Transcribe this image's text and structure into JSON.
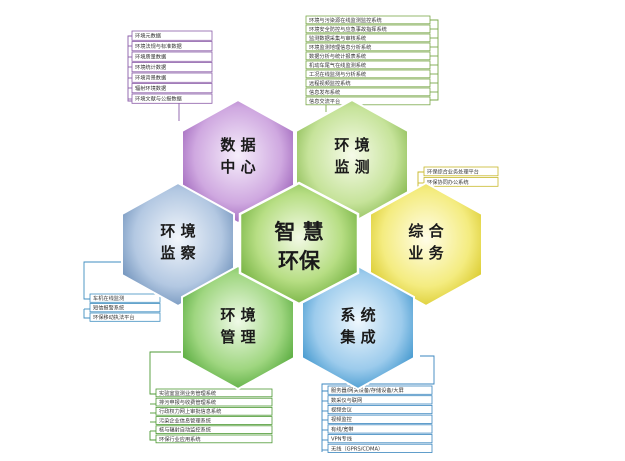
{
  "center": {
    "line1": "智 慧",
    "line2": "环保"
  },
  "hexes": {
    "data_center": {
      "line1": "数 据",
      "line2": "中 心",
      "color": "#b07cc8"
    },
    "monitoring": {
      "line1": "环 境",
      "line2": "监 测",
      "color": "#9cc96b"
    },
    "supervision": {
      "line1": "环 境",
      "line2": "监 察",
      "color": "#7b9ec4"
    },
    "integrated": {
      "line1": "综 合",
      "line2": "业 务",
      "color": "#e8dc3a"
    },
    "management": {
      "line1": "环 境",
      "line2": "管 理",
      "color": "#6fbf4f"
    },
    "integration": {
      "line1": "系 统",
      "line2": "集 成",
      "color": "#4aa3d8"
    }
  },
  "lists": {
    "data_center": [
      "环境元数据",
      "环境法规与标准数据",
      "环境质量数据",
      "环境统计数据",
      "环境背景数据",
      "辐射环境数据",
      "环境文献与公报数据"
    ],
    "monitoring": [
      "环境与污染源在线监测监控系统",
      "环境安全防控与应急事故指挥系统",
      "监测数据采集与审核系统",
      "环境监测地理信息分析系统",
      "数据分析与统计报表系统",
      "机动车尾气在线监测系统",
      "工况在线监测与分析系统",
      "远程视频监控系统",
      "信息发布系统",
      "信息交流平台"
    ],
    "integrated": [
      "环保综合业务处理平台",
      "环保协同办公系统"
    ],
    "supervision": [
      "车机在线监测",
      "短信报警系统",
      "环保移动执法平台"
    ],
    "management": [
      "实验室监测业务管理系统",
      "排污申报与收费管理系统",
      "行政权力网上审批信息系统",
      "污染企业信息管理系统",
      "核与辐射自动监控系统",
      "环保行业应用系统"
    ],
    "integration": [
      "服务器/网关设备/存储设备/大屏",
      "数采仪与联网",
      "视频会议",
      "视频监控",
      "有线/宽带",
      "VPN专线",
      "无线（GPRS/CDMA）"
    ]
  }
}
